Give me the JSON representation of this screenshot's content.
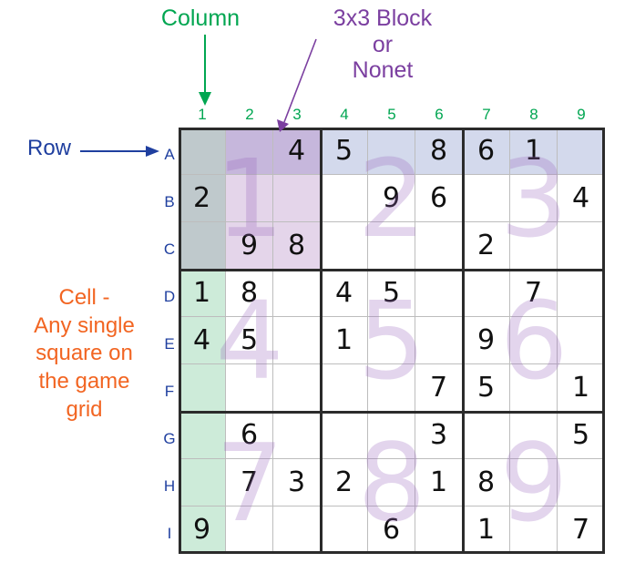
{
  "annotations": {
    "column_lines": [
      "Column"
    ],
    "block_lines": [
      "3x3 Block",
      "or",
      "Nonet"
    ],
    "row_label": "Row",
    "cell_lines": [
      "Cell -",
      "Any single",
      "square on",
      "the game",
      "grid"
    ]
  },
  "column_numbers": [
    "1",
    "2",
    "3",
    "4",
    "5",
    "6",
    "7",
    "8",
    "9"
  ],
  "row_letters": [
    "A",
    "B",
    "C",
    "D",
    "E",
    "F",
    "G",
    "H",
    "I"
  ],
  "block_numbers": [
    "1",
    "2",
    "3",
    "4",
    "5",
    "6",
    "7",
    "8",
    "9"
  ],
  "highlight": {
    "row": "A",
    "column": "1",
    "block": "1"
  },
  "grid": [
    [
      "",
      "",
      "4",
      "5",
      "",
      "8",
      "6",
      "1",
      ""
    ],
    [
      "2",
      "",
      "",
      "",
      "9",
      "6",
      "",
      "",
      "4"
    ],
    [
      "",
      "9",
      "8",
      "",
      "",
      "",
      "2",
      "",
      ""
    ],
    [
      "1",
      "8",
      "",
      "4",
      "5",
      "",
      "",
      "7",
      ""
    ],
    [
      "4",
      "5",
      "",
      "1",
      "",
      "",
      "9",
      "",
      ""
    ],
    [
      "",
      "",
      "",
      "",
      "",
      "7",
      "5",
      "",
      "1"
    ],
    [
      "",
      "6",
      "",
      "",
      "",
      "3",
      "",
      "",
      "5"
    ],
    [
      "",
      "7",
      "3",
      "2",
      "",
      "1",
      "8",
      "",
      ""
    ],
    [
      "9",
      "",
      "",
      "",
      "6",
      "",
      "1",
      "",
      "7"
    ]
  ],
  "colors": {
    "column_annotation": "#00a651",
    "block_annotation": "#7b3fa0",
    "row_annotation": "#1f3f9f",
    "cell_annotation": "#f26522",
    "row_highlight": "#d3d9ec",
    "column_highlight": "#cdebd9",
    "block_highlight": "#e4d5ea"
  }
}
